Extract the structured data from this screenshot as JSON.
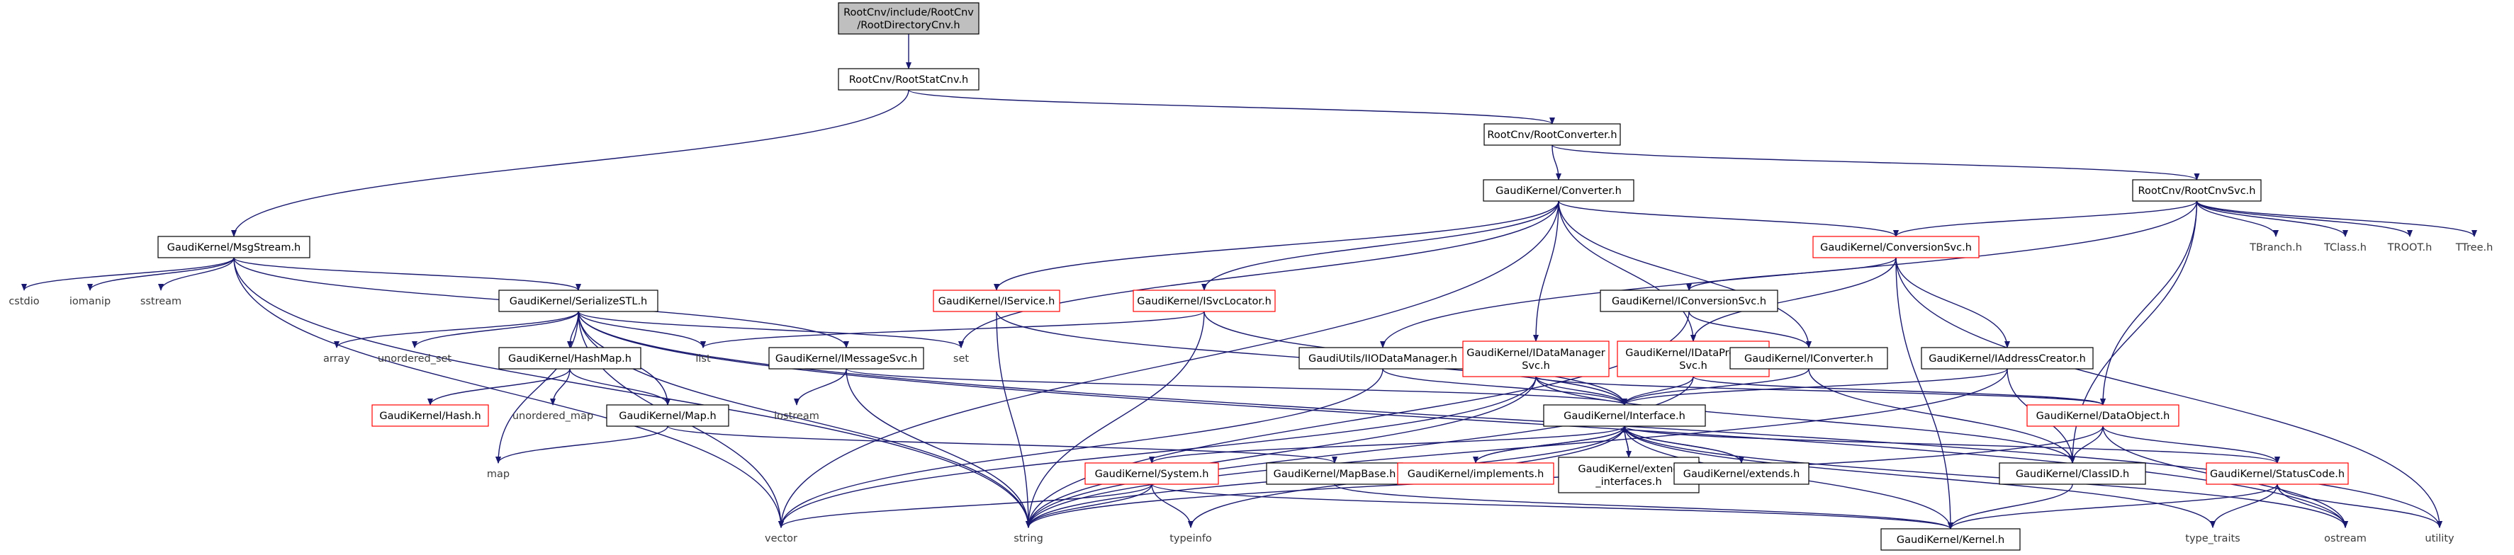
{
  "colors": {
    "edge": "#191970",
    "root_fill": "#bfbfbf",
    "box_border": "#000000",
    "incomplete_border": "#ff0000",
    "missing_text": "#3a3a3a"
  },
  "nodes": [
    {
      "id": "rootdircnv",
      "lines": [
        "RootCnv/include/RootCnv",
        "/RootDirectoryCnv.h"
      ],
      "style": "root"
    },
    {
      "id": "rootstatcnv",
      "lines": [
        "RootCnv/RootStatCnv.h"
      ],
      "style": "box"
    },
    {
      "id": "rootconverter",
      "lines": [
        "RootCnv/RootConverter.h"
      ],
      "style": "box"
    },
    {
      "id": "rootcnvsvc",
      "lines": [
        "RootCnv/RootCnvSvc.h"
      ],
      "style": "box"
    },
    {
      "id": "msgstream",
      "lines": [
        "GaudiKernel/MsgStream.h"
      ],
      "style": "box"
    },
    {
      "id": "converter",
      "lines": [
        "GaudiKernel/Converter.h"
      ],
      "style": "box"
    },
    {
      "id": "conversionsvc",
      "lines": [
        "GaudiKernel/ConversionSvc.h"
      ],
      "style": "incomplete"
    },
    {
      "id": "cstdio",
      "lines": [
        "cstdio"
      ],
      "style": "none"
    },
    {
      "id": "iomanip",
      "lines": [
        "iomanip"
      ],
      "style": "none"
    },
    {
      "id": "sstream",
      "lines": [
        "sstream"
      ],
      "style": "none"
    },
    {
      "id": "serializestl",
      "lines": [
        "GaudiKernel/SerializeSTL.h"
      ],
      "style": "box"
    },
    {
      "id": "iservice",
      "lines": [
        "GaudiKernel/IService.h"
      ],
      "style": "incomplete"
    },
    {
      "id": "isvclocator",
      "lines": [
        "GaudiKernel/ISvcLocator.h"
      ],
      "style": "incomplete"
    },
    {
      "id": "iconversionsvc",
      "lines": [
        "GaudiKernel/IConversionSvc.h"
      ],
      "style": "box"
    },
    {
      "id": "tbranch",
      "lines": [
        "TBranch.h"
      ],
      "style": "none"
    },
    {
      "id": "tclass",
      "lines": [
        "TClass.h"
      ],
      "style": "none"
    },
    {
      "id": "troot",
      "lines": [
        "TROOT.h"
      ],
      "style": "none"
    },
    {
      "id": "ttree",
      "lines": [
        "TTree.h"
      ],
      "style": "none"
    },
    {
      "id": "array",
      "lines": [
        "array"
      ],
      "style": "none"
    },
    {
      "id": "unordered_set",
      "lines": [
        "unordered_set"
      ],
      "style": "none"
    },
    {
      "id": "hashmap",
      "lines": [
        "GaudiKernel/HashMap.h"
      ],
      "style": "box"
    },
    {
      "id": "list",
      "lines": [
        "list"
      ],
      "style": "none"
    },
    {
      "id": "imessagesvc",
      "lines": [
        "GaudiKernel/IMessageSvc.h"
      ],
      "style": "box"
    },
    {
      "id": "set",
      "lines": [
        "set"
      ],
      "style": "none"
    },
    {
      "id": "iiodatamanager",
      "lines": [
        "GaudiUtils/IIODataManager.h"
      ],
      "style": "box"
    },
    {
      "id": "idatamanagersvc",
      "lines": [
        "GaudiKernel/IDataManager",
        "Svc.h"
      ],
      "style": "incomplete"
    },
    {
      "id": "idataprovidersvc",
      "lines": [
        "GaudiKernel/IDataProvider",
        "Svc.h"
      ],
      "style": "incomplete"
    },
    {
      "id": "iconverter",
      "lines": [
        "GaudiKernel/IConverter.h"
      ],
      "style": "box"
    },
    {
      "id": "iaddresscreator",
      "lines": [
        "GaudiKernel/IAddressCreator.h"
      ],
      "style": "box"
    },
    {
      "id": "hash",
      "lines": [
        "GaudiKernel/Hash.h"
      ],
      "style": "incomplete"
    },
    {
      "id": "unordered_map",
      "lines": [
        "unordered_map"
      ],
      "style": "none"
    },
    {
      "id": "mapkernel",
      "lines": [
        "GaudiKernel/Map.h"
      ],
      "style": "box"
    },
    {
      "id": "iostream",
      "lines": [
        "iostream"
      ],
      "style": "none"
    },
    {
      "id": "interface",
      "lines": [
        "GaudiKernel/Interface.h"
      ],
      "style": "box"
    },
    {
      "id": "dataobject",
      "lines": [
        "GaudiKernel/DataObject.h"
      ],
      "style": "incomplete"
    },
    {
      "id": "map",
      "lines": [
        "map"
      ],
      "style": "none"
    },
    {
      "id": "system",
      "lines": [
        "GaudiKernel/System.h"
      ],
      "style": "incomplete"
    },
    {
      "id": "mapbase",
      "lines": [
        "GaudiKernel/MapBase.h"
      ],
      "style": "box"
    },
    {
      "id": "implements",
      "lines": [
        "GaudiKernel/implements.h"
      ],
      "style": "incomplete"
    },
    {
      "id": "extend_interfaces",
      "lines": [
        "GaudiKernel/extend",
        "_interfaces.h"
      ],
      "style": "box"
    },
    {
      "id": "extends",
      "lines": [
        "GaudiKernel/extends.h"
      ],
      "style": "box"
    },
    {
      "id": "classid",
      "lines": [
        "GaudiKernel/ClassID.h"
      ],
      "style": "box"
    },
    {
      "id": "statuscode",
      "lines": [
        "GaudiKernel/StatusCode.h"
      ],
      "style": "incomplete"
    },
    {
      "id": "vector",
      "lines": [
        "vector"
      ],
      "style": "none"
    },
    {
      "id": "string",
      "lines": [
        "string"
      ],
      "style": "none"
    },
    {
      "id": "typeinfo",
      "lines": [
        "typeinfo"
      ],
      "style": "none"
    },
    {
      "id": "kernel",
      "lines": [
        "GaudiKernel/Kernel.h"
      ],
      "style": "box"
    },
    {
      "id": "type_traits",
      "lines": [
        "type_traits"
      ],
      "style": "none"
    },
    {
      "id": "ostream",
      "lines": [
        "ostream"
      ],
      "style": "none"
    },
    {
      "id": "utility",
      "lines": [
        "utility"
      ],
      "style": "none"
    }
  ]
}
